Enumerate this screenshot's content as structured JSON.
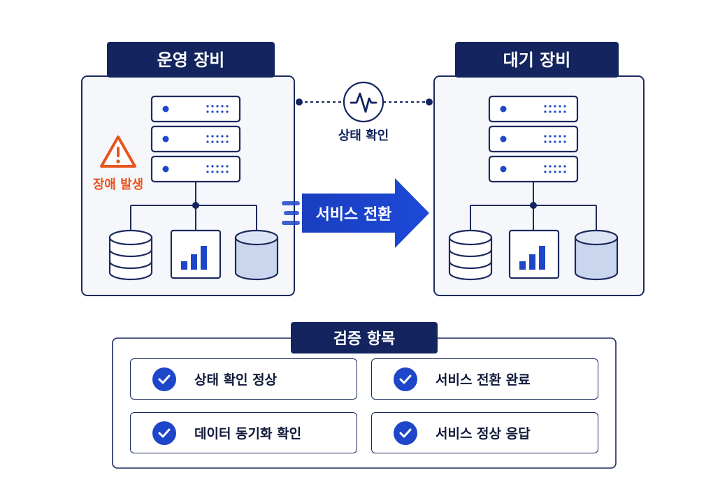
{
  "primary": {
    "title": "운영 장비",
    "alert_label": "장애 발생"
  },
  "standby": {
    "title": "대기 장비"
  },
  "heartbeat": {
    "label": "상태 확인"
  },
  "failover": {
    "label": "서비스 전환"
  },
  "checklist": {
    "title": "검증 항목",
    "items": [
      {
        "label": "상태 확인 정상"
      },
      {
        "label": "서비스 전환 완료"
      },
      {
        "label": "데이터 동기화 확인"
      },
      {
        "label": "서비스 정상 응답"
      }
    ]
  },
  "colors": {
    "navy": "#13245e",
    "blue": "#1e46c8",
    "alert": "#e8541e",
    "panel_bg": "#f6f7fb",
    "light_blue": "#c9d6ee"
  },
  "icons": [
    "warning-icon",
    "heartbeat-icon",
    "server-icon",
    "database-icon",
    "bar-chart-icon",
    "check-icon"
  ]
}
